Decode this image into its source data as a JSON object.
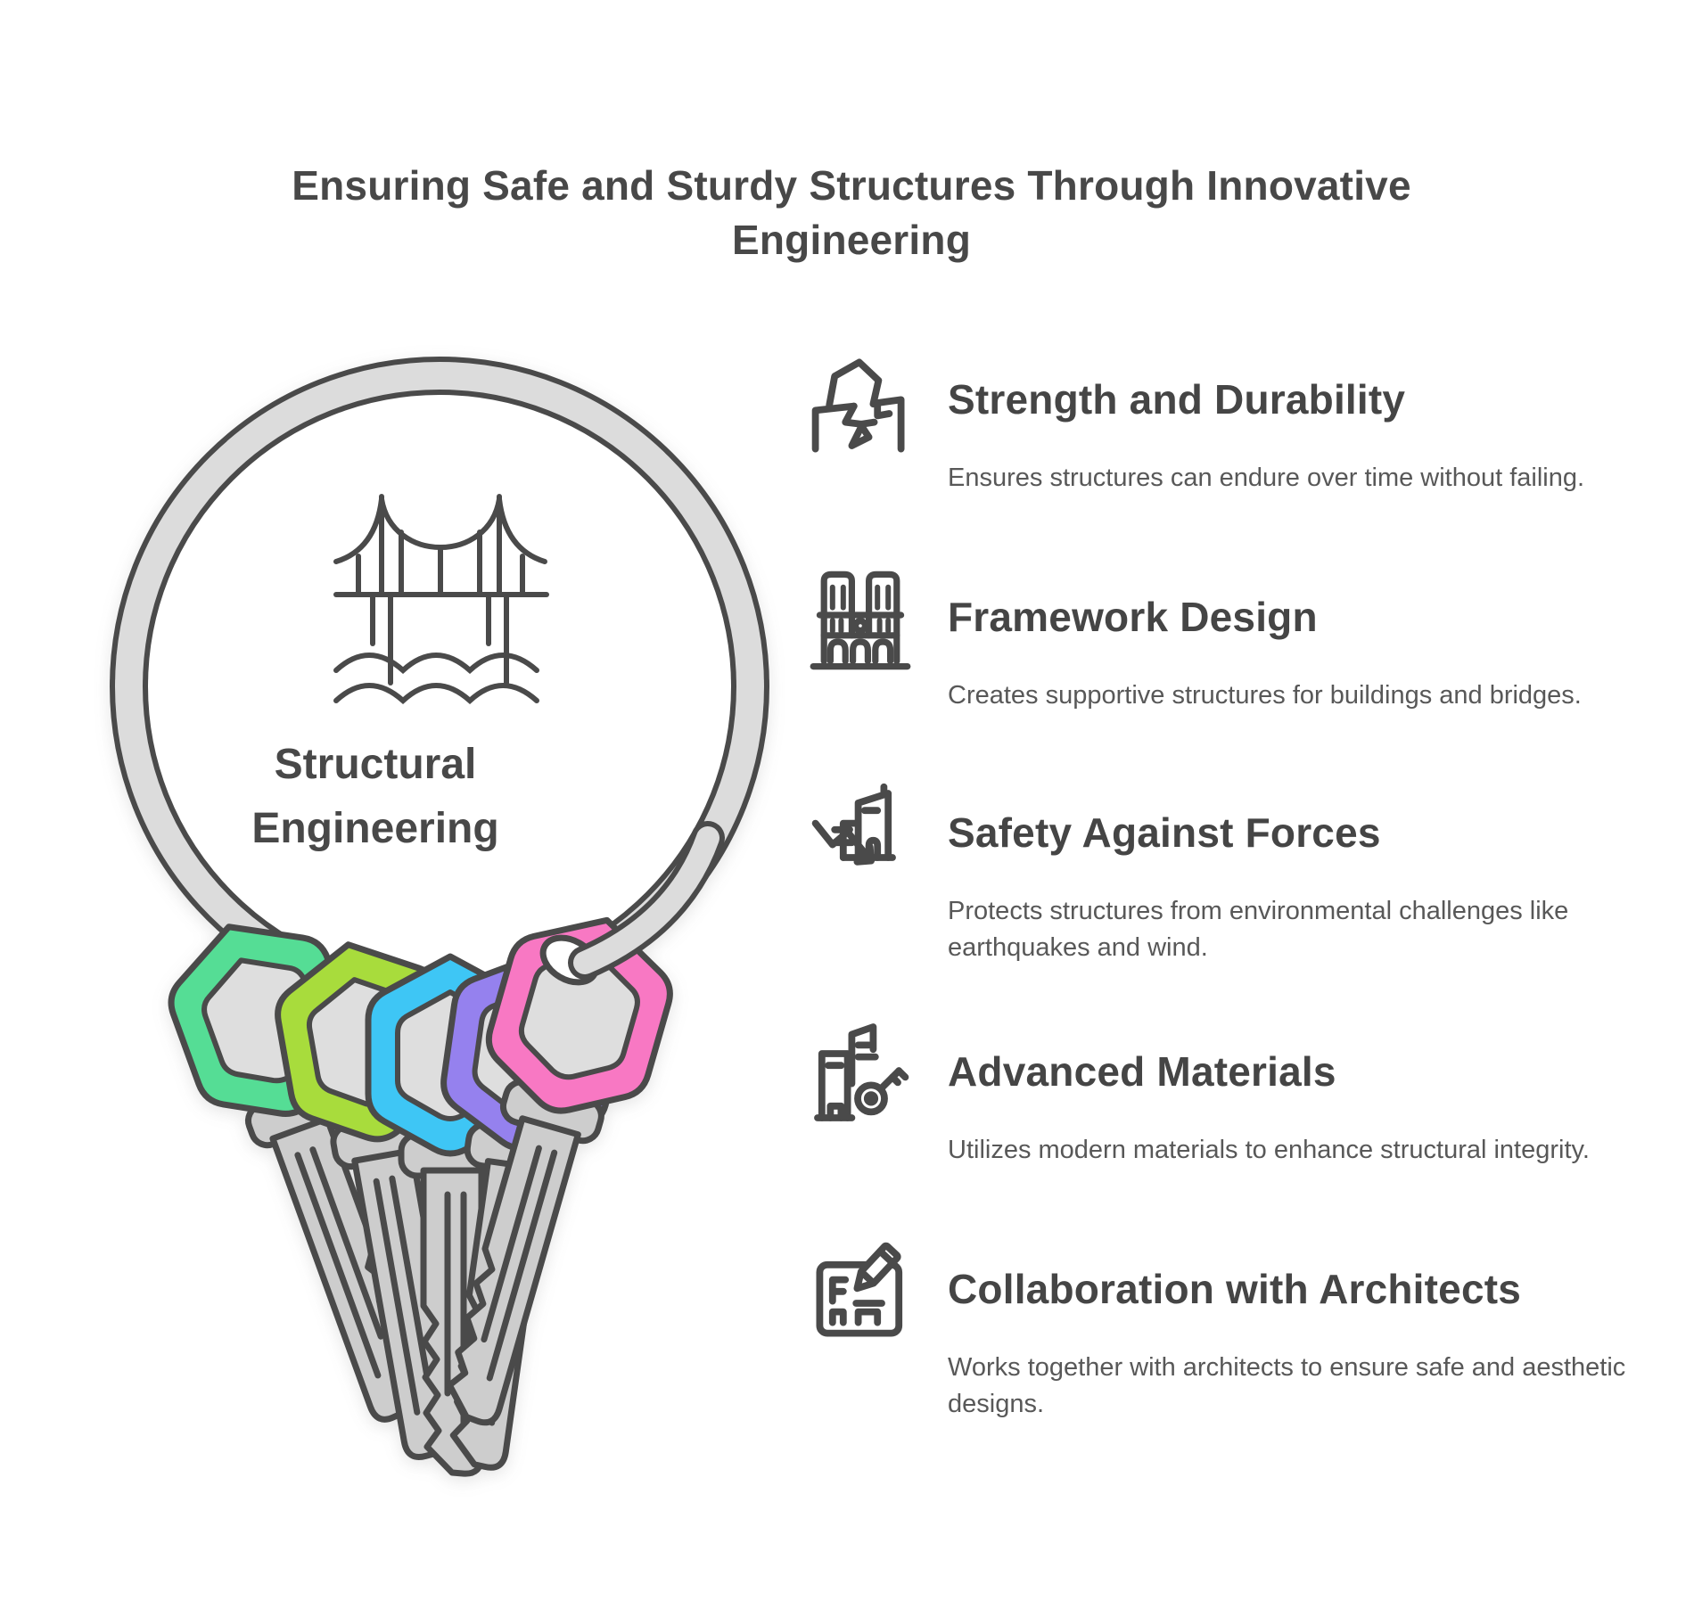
{
  "title": "Ensuring Safe and Sturdy Structures Through Innovative Engineering",
  "keyring": {
    "icon": "suspension-bridge-icon",
    "label_line1": "Structural",
    "label_line2": "Engineering",
    "key_colors": [
      "#55DD95",
      "#A8DC3C",
      "#3EC6F5",
      "#9581EE",
      "#F878C3"
    ]
  },
  "features": [
    {
      "icon": "earthquake-house-icon",
      "title": "Strength and Durability",
      "description": "Ensures structures can endure over time without failing."
    },
    {
      "icon": "cathedral-icon",
      "title": "Framework Design",
      "description": "Creates supportive structures for buildings and bridges."
    },
    {
      "icon": "seismic-building-arrow-icon",
      "title": "Safety Against Forces",
      "description": "Protects structures from environmental challenges like earthquakes and wind."
    },
    {
      "icon": "buildings-key-icon",
      "title": "Advanced Materials",
      "description": "Utilizes modern materials to enhance structural integrity."
    },
    {
      "icon": "blueprint-pencil-icon",
      "title": "Collaboration with Architects",
      "description": "Works together with architects to ensure safe and aesthetic designs."
    }
  ],
  "colors": {
    "outline": "#4a4a4a",
    "metal": "#cdcdcd",
    "metal-light": "#dedede",
    "ring": "#dcdcdc",
    "title-text": "#484848",
    "heading-text": "#454545",
    "desc-text": "#585858",
    "background": "#ffffff"
  }
}
